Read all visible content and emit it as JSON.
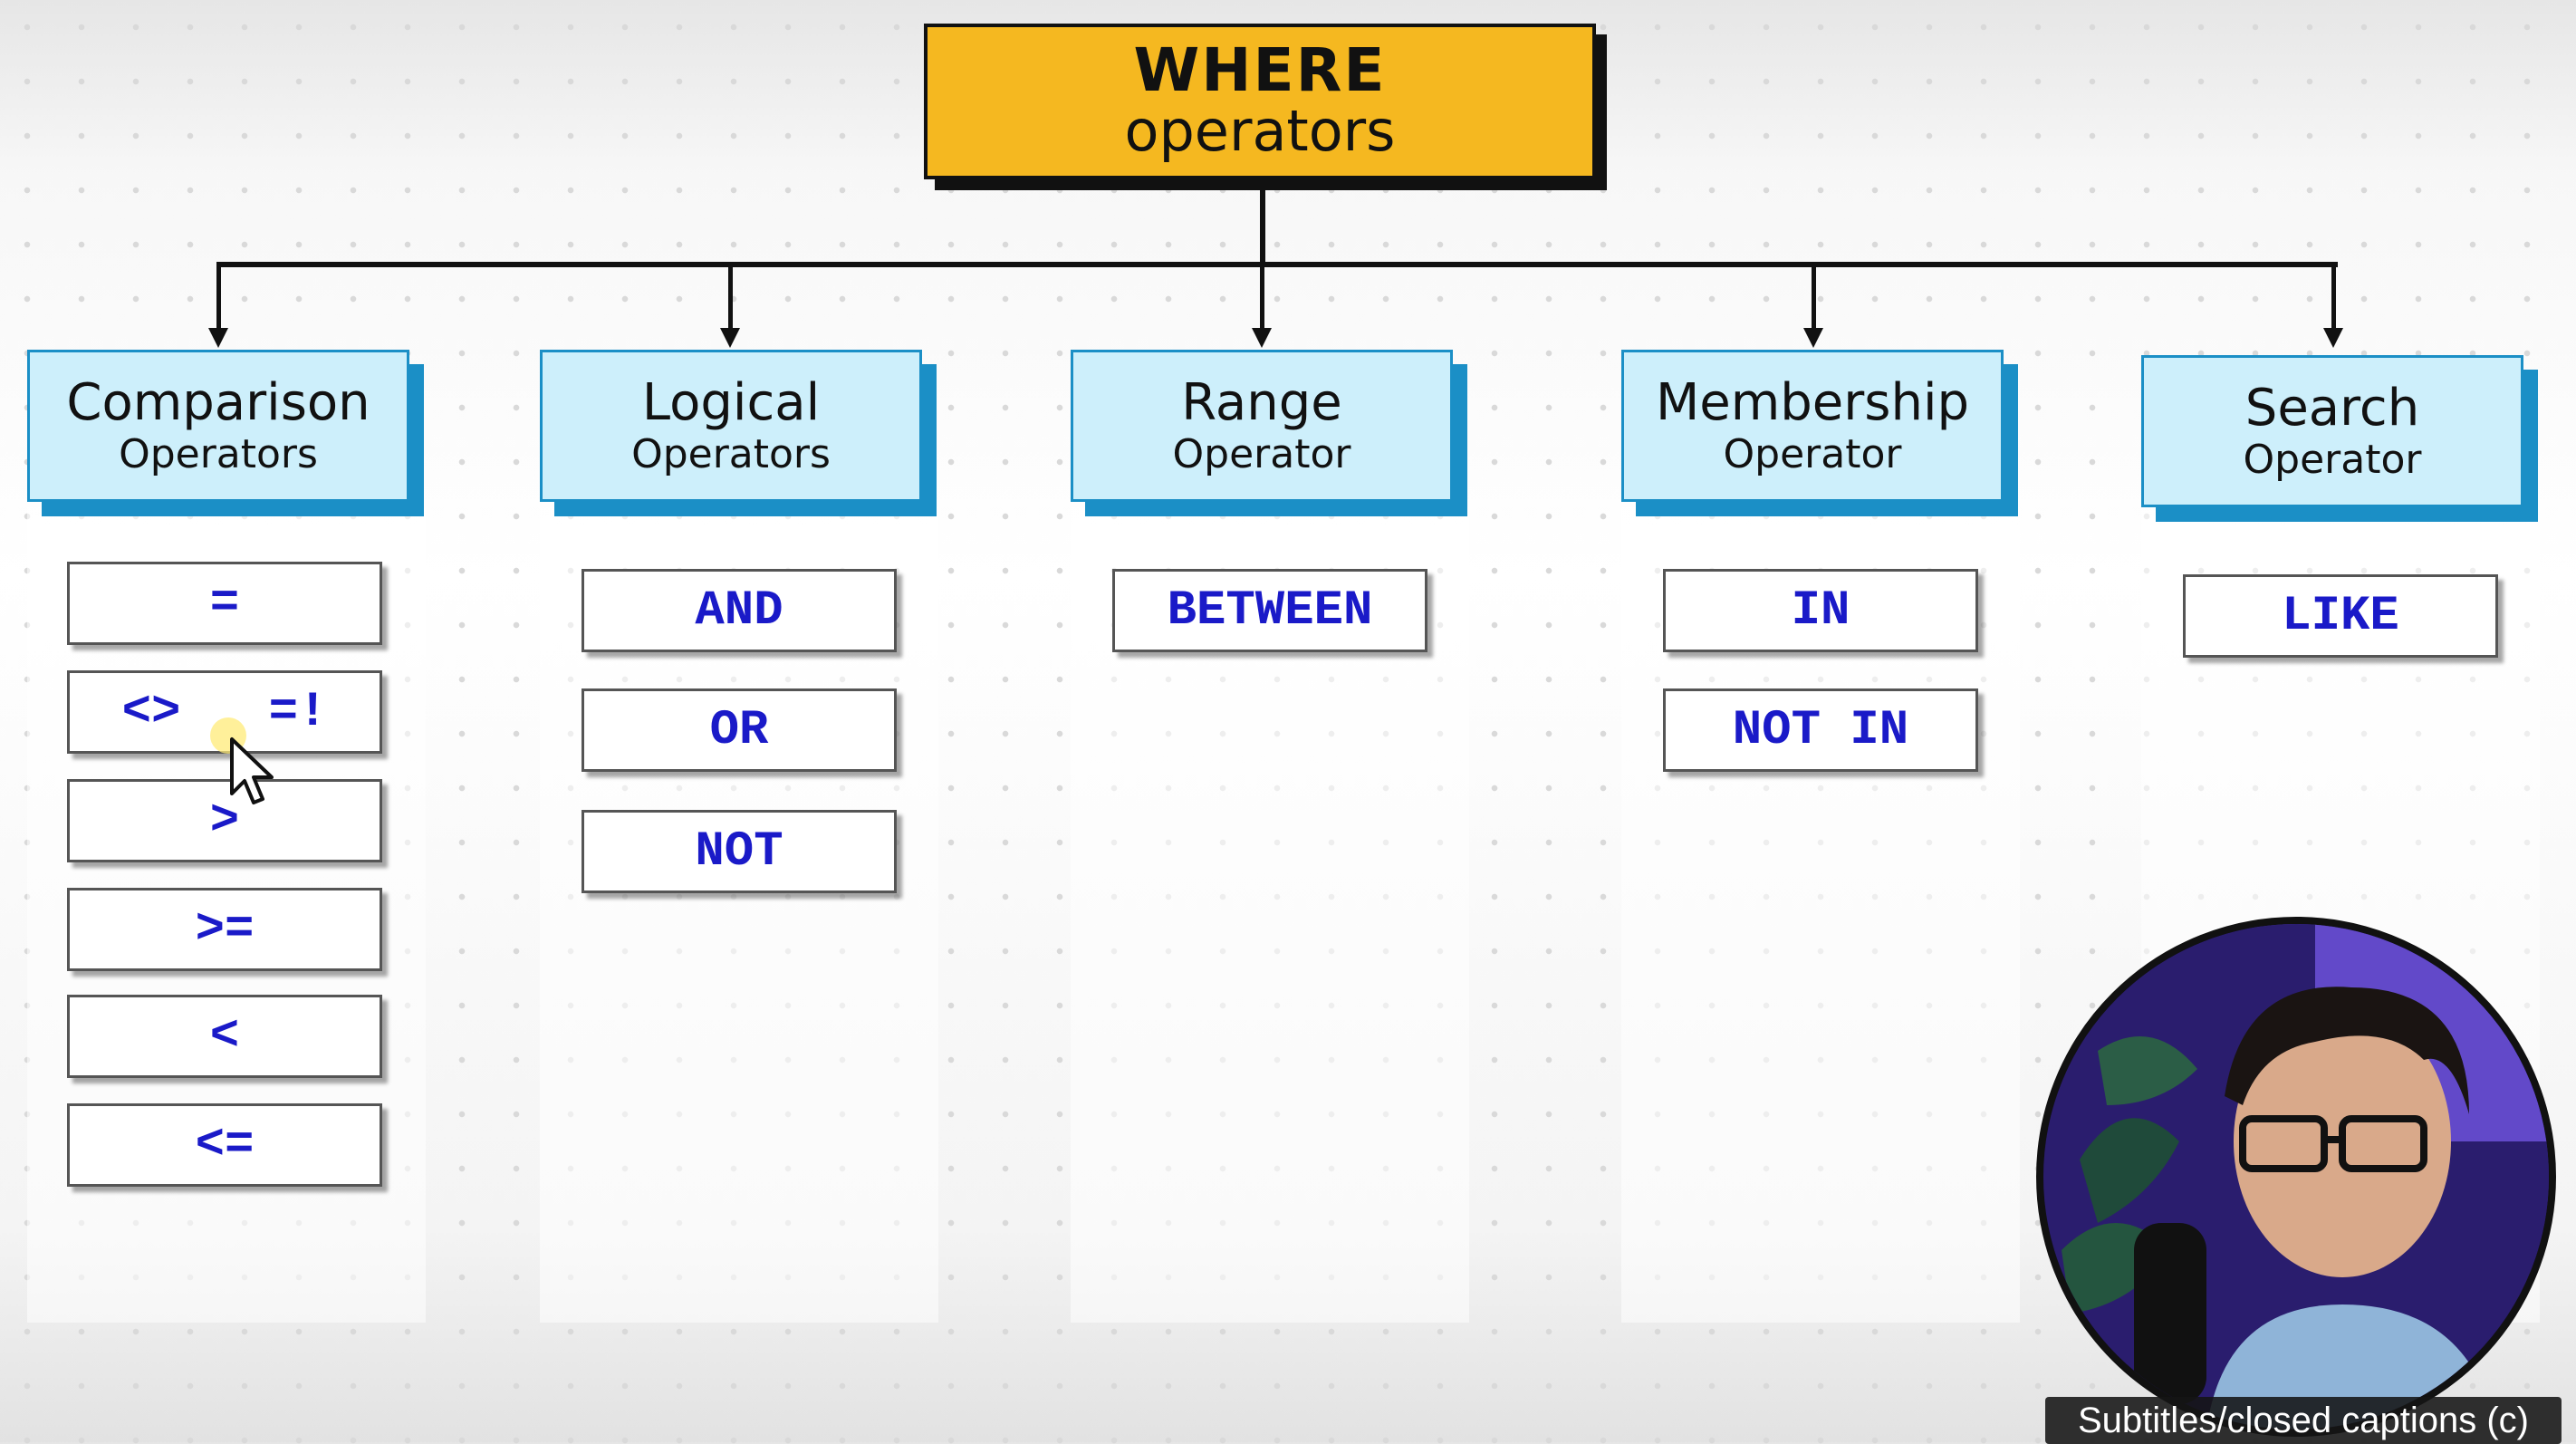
{
  "root": {
    "line1": "WHERE",
    "line2": "operators"
  },
  "categories": [
    {
      "title": "Comparison",
      "subtitle": "Operators",
      "operators": [
        "=",
        "<>   =!",
        ">",
        ">=",
        "<",
        "<="
      ]
    },
    {
      "title": "Logical",
      "subtitle": "Operators",
      "operators": [
        "AND",
        "OR",
        "NOT"
      ]
    },
    {
      "title": "Range",
      "subtitle": "Operator",
      "operators": [
        "BETWEEN"
      ]
    },
    {
      "title": "Membership",
      "subtitle": "Operator",
      "operators": [
        "IN",
        "NOT IN"
      ]
    },
    {
      "title": "Search",
      "subtitle": "Operator",
      "operators": [
        "LIKE"
      ]
    }
  ],
  "captions_button": "Subtitles/closed captions (c)",
  "colors": {
    "root_fill": "#f5b820",
    "category_fill": "#cdeffb",
    "category_border": "#1b8fc6",
    "operator_text": "#1a1ac8"
  }
}
